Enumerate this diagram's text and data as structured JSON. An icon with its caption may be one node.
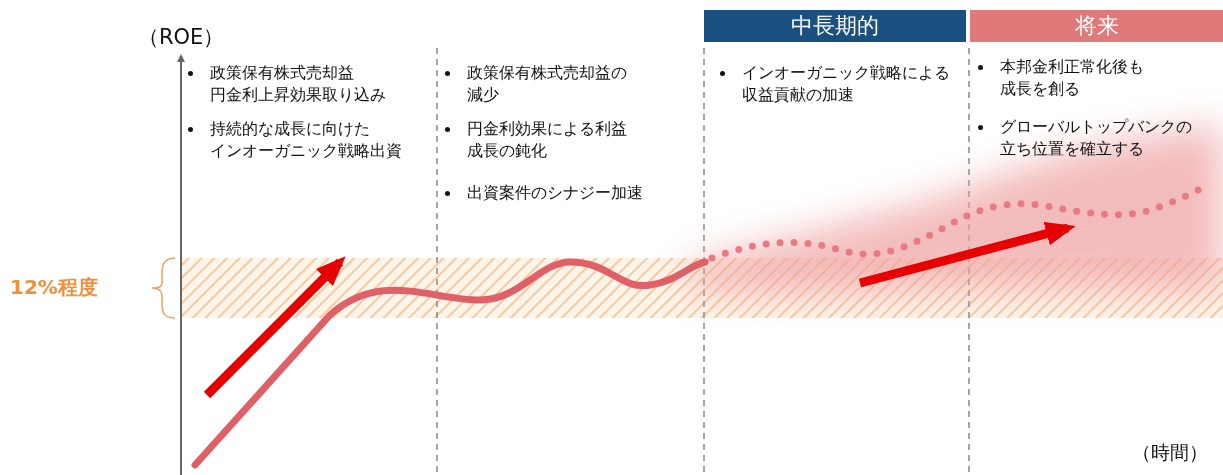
{
  "diagram": {
    "nodes": [
      {
        "text": [
          "中長期的"
        ]
      },
      {
        "text": [
          "将来"
        ]
      }
    ],
    "edges": [],
    "labels": [
      "（ROE）",
      "政策保有株式売却益円金利上昇効果取り込み",
      "持続的な成長に向けたインオーガニック戦略出資",
      "政策保有株式売却益の減少",
      "円金利効果による利益成長の鈍化",
      "出資案件のシナジー加速",
      "インオーガニック戦略による収益貢献の加速",
      "本邦金利正常化後も成長を創る",
      "グローバルトップバンクの立ち位置を確立する",
      "12%程度",
      "（時間）"
    ]
  }
}
